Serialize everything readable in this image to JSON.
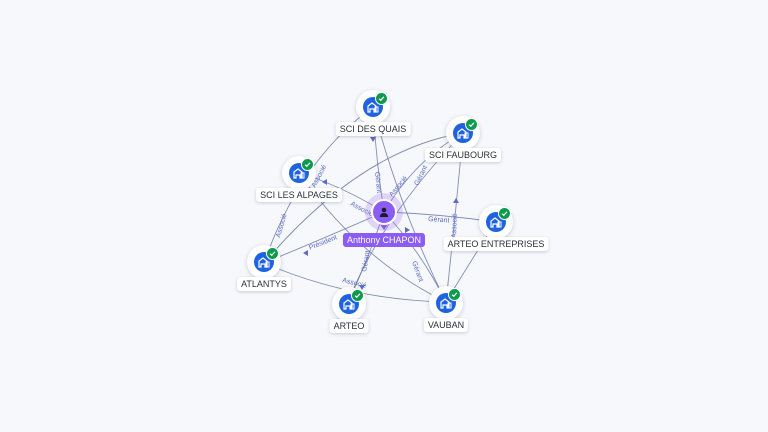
{
  "center": {
    "name": "Anthony CHAPON",
    "icon": "person-icon"
  },
  "companies": [
    {
      "id": "sci-des-quais",
      "name": "SCI DES QUAIS",
      "icon": "building-icon",
      "verified": true
    },
    {
      "id": "sci-faubourg",
      "name": "SCI FAUBOURG",
      "icon": "building-icon",
      "verified": true
    },
    {
      "id": "sci-les-alpages",
      "name": "SCI LES ALPAGES",
      "icon": "building-icon",
      "verified": true
    },
    {
      "id": "arteo-entreprises",
      "name": "ARTEO ENTREPRISES",
      "icon": "building-icon",
      "verified": true
    },
    {
      "id": "atlantys",
      "name": "ATLANTYS",
      "icon": "building-icon",
      "verified": true
    },
    {
      "id": "arteo",
      "name": "ARTEO",
      "icon": "building-icon",
      "verified": true
    },
    {
      "id": "vauban",
      "name": "VAUBAN",
      "icon": "building-icon",
      "verified": true
    }
  ],
  "edge_labels": [
    "Gérant",
    "Gérant",
    "Associé",
    "Président",
    "Gérant",
    "Associé",
    "Gérant",
    "Associé",
    "Associé",
    "Associé",
    "Gérant",
    "Associé"
  ],
  "colors": {
    "person": "#8b5cf6",
    "company": "#1f63e0",
    "verified": "#0d9a4c",
    "edge": "#6f7aa6",
    "edge_label": "#5b6cc4"
  }
}
